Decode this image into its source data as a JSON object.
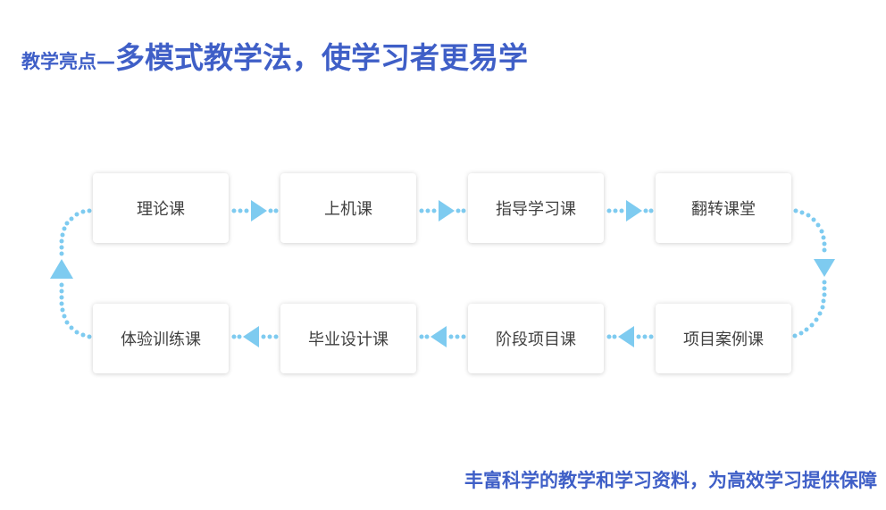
{
  "title": {
    "prefix": "教学亮点—",
    "main": "多模式教学法，使学习者更易学"
  },
  "flow": {
    "top_row": [
      "理论课",
      "上机课",
      "指导学习课",
      "翻转课堂"
    ],
    "bottom_row": [
      "体验训练课",
      "毕业设计课",
      "阶段项目课",
      "项目案例课"
    ]
  },
  "footer": "丰富科学的教学和学习资料，为高效学习提供保障",
  "colors": {
    "title": "#3f5fc7",
    "connector": "#7ecbf0",
    "box_text": "#404040"
  }
}
